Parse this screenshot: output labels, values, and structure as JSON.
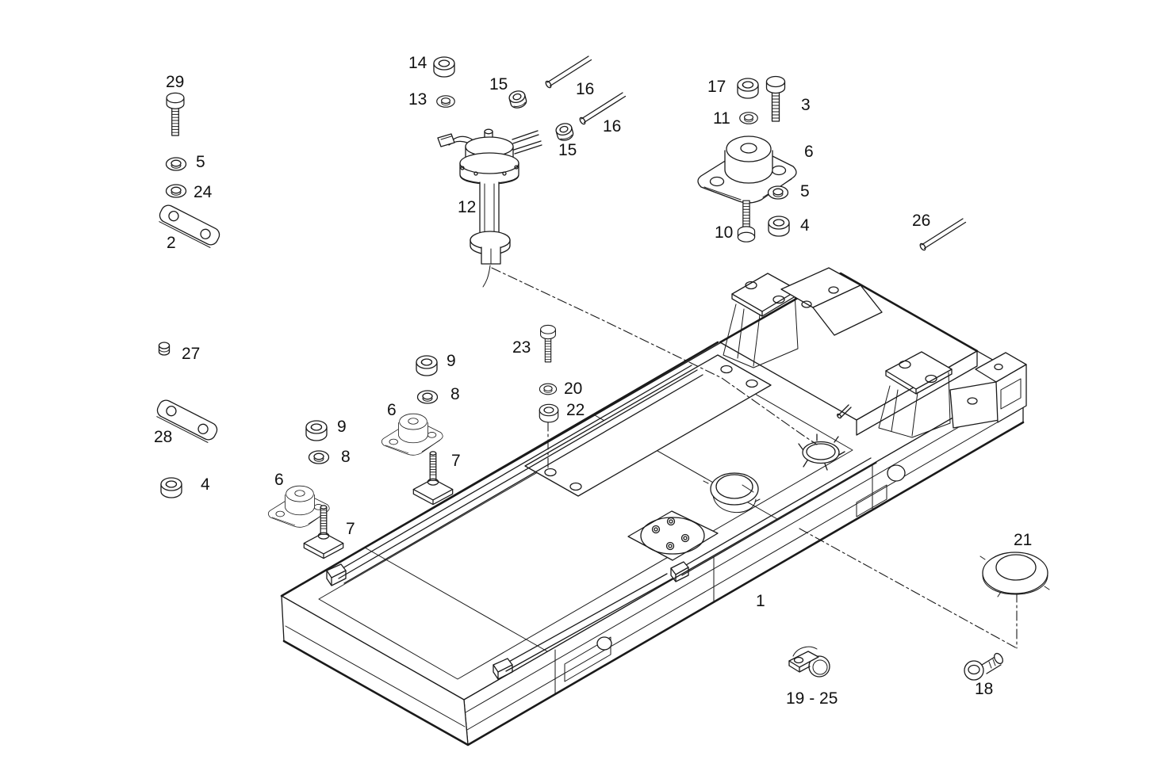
{
  "diagram": {
    "type": "exploded-parts-diagram",
    "colors": {
      "line": "#1a1a1a",
      "background": "#ffffff",
      "label": "#111111"
    },
    "labels": [
      {
        "id": "label-29",
        "text": "29"
      },
      {
        "id": "label-5a",
        "text": "5"
      },
      {
        "id": "label-24",
        "text": "24"
      },
      {
        "id": "label-2",
        "text": "2"
      },
      {
        "id": "label-14",
        "text": "14"
      },
      {
        "id": "label-13",
        "text": "13"
      },
      {
        "id": "label-15a",
        "text": "15"
      },
      {
        "id": "label-16a",
        "text": "16"
      },
      {
        "id": "label-16b",
        "text": "16"
      },
      {
        "id": "label-15b",
        "text": "15"
      },
      {
        "id": "label-12",
        "text": "12"
      },
      {
        "id": "label-17",
        "text": "17"
      },
      {
        "id": "label-11",
        "text": "11"
      },
      {
        "id": "label-3",
        "text": "3"
      },
      {
        "id": "label-6a",
        "text": "6"
      },
      {
        "id": "label-5b",
        "text": "5"
      },
      {
        "id": "label-10",
        "text": "10"
      },
      {
        "id": "label-4a",
        "text": "4"
      },
      {
        "id": "label-26",
        "text": "26"
      },
      {
        "id": "label-27",
        "text": "27"
      },
      {
        "id": "label-28",
        "text": "28"
      },
      {
        "id": "label-4b",
        "text": "4"
      },
      {
        "id": "label-9a",
        "text": "9"
      },
      {
        "id": "label-8a",
        "text": "8"
      },
      {
        "id": "label-6b",
        "text": "6"
      },
      {
        "id": "label-7a",
        "text": "7"
      },
      {
        "id": "label-9b",
        "text": "9"
      },
      {
        "id": "label-8b",
        "text": "8"
      },
      {
        "id": "label-6c",
        "text": "6"
      },
      {
        "id": "label-7b",
        "text": "7"
      },
      {
        "id": "label-23",
        "text": "23"
      },
      {
        "id": "label-20",
        "text": "20"
      },
      {
        "id": "label-22",
        "text": "22"
      },
      {
        "id": "label-1",
        "text": "1"
      },
      {
        "id": "label-21",
        "text": "21"
      },
      {
        "id": "label-18",
        "text": "18"
      },
      {
        "id": "label-19-25",
        "text": "19 - 25"
      }
    ]
  }
}
